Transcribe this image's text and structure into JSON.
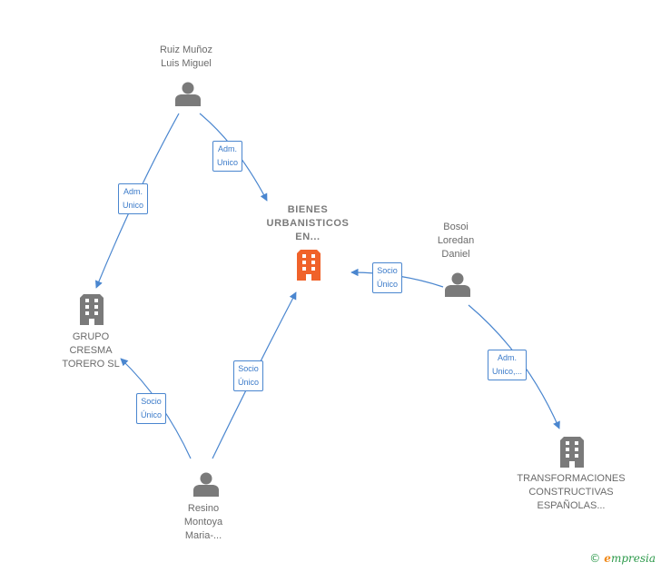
{
  "nodes": {
    "ruiz": {
      "lines": [
        "Ruiz Muñoz",
        "Luis Miguel"
      ],
      "icon": "person-icon"
    },
    "bienes": {
      "lines": [
        "BIENES",
        "URBANISTICOS",
        "EN..."
      ],
      "icon": "building-icon",
      "color": "#f0622a"
    },
    "bosoi": {
      "lines": [
        "Bosoi",
        "Loredan",
        "Daniel"
      ],
      "icon": "person-icon"
    },
    "grupo": {
      "lines": [
        "GRUPO",
        "CRESMA",
        "TORERO  SL"
      ],
      "icon": "building-icon"
    },
    "resino": {
      "lines": [
        "Resino",
        "Montoya",
        "Maria-..."
      ],
      "icon": "person-icon"
    },
    "transf": {
      "lines": [
        "TRANSFORMACIONES",
        "CONSTRUCTIVAS",
        "ESPAÑOLAS..."
      ],
      "icon": "building-icon"
    }
  },
  "edges": [
    {
      "id": "ruiz-bienes",
      "lines": [
        "Adm.",
        "Unico"
      ]
    },
    {
      "id": "ruiz-grupo",
      "lines": [
        "Adm.",
        "Unico"
      ]
    },
    {
      "id": "bosoi-bienes",
      "lines": [
        "Socio",
        "Único"
      ]
    },
    {
      "id": "bosoi-transf",
      "lines": [
        "Adm.",
        "Unico,..."
      ]
    },
    {
      "id": "resino-grupo",
      "lines": [
        "Socio",
        "Único"
      ]
    },
    {
      "id": "resino-bienes",
      "lines": [
        "Socio",
        "Único"
      ]
    }
  ],
  "colors": {
    "edge": "#4a86cf",
    "icon": "#7a7a7a",
    "highlight": "#f0622a"
  },
  "brand": {
    "copyright": "©",
    "initial": "e",
    "name": "mpresia"
  }
}
